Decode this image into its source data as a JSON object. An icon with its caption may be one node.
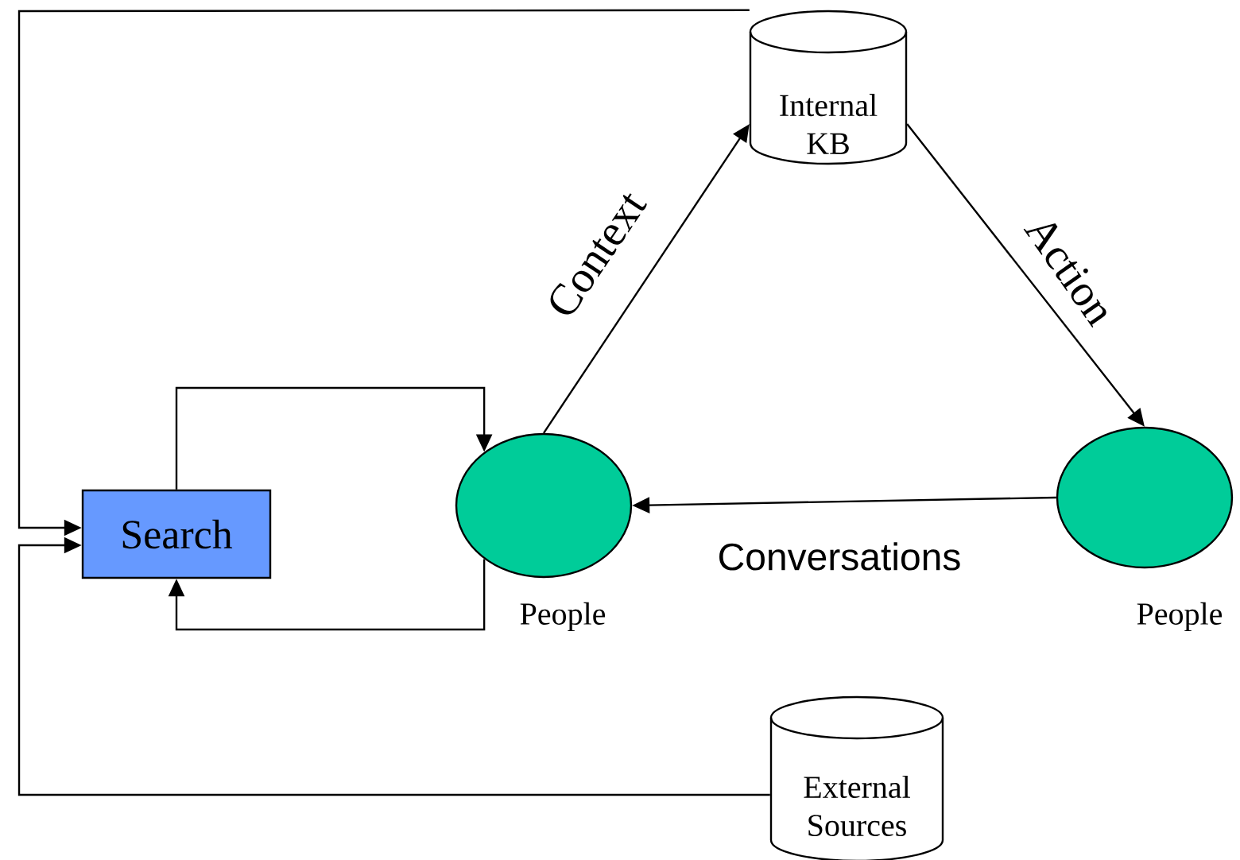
{
  "diagram": {
    "nodes": [
      {
        "text": [
          "Internal KB"
        ]
      },
      {
        "text": [
          "Search"
        ]
      },
      {
        "text": [],
        "shape": "circle",
        "beside": [
          "People"
        ]
      },
      {
        "text": [],
        "shape": "circle",
        "beside": [
          "People"
        ]
      },
      {
        "text": [
          "External Sources"
        ]
      }
    ],
    "edges": [
      {
        "from": 1,
        "to": 2,
        "arrow": "to"
      },
      {
        "from": 2,
        "to": 1,
        "arrow": "to"
      },
      {
        "from": 2,
        "to": 0,
        "arrow": "to",
        "label": "Context"
      },
      {
        "from": 0,
        "to": 3,
        "arrow": "to",
        "label": "Action"
      },
      {
        "from": 3,
        "to": 2,
        "arrow": "to",
        "label": "Conversations"
      },
      {
        "from": 0,
        "to": 1,
        "arrow": "to"
      },
      {
        "from": 4,
        "to": 1,
        "arrow": "to"
      }
    ]
  }
}
